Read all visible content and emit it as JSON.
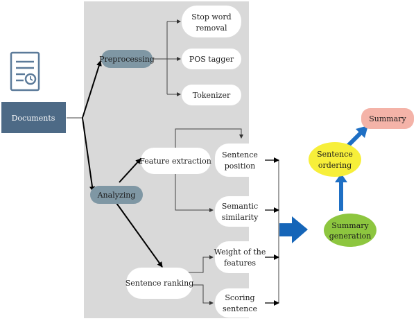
{
  "nodes": {
    "documents": "Documents",
    "preprocessing": "Preprocessing",
    "stop_word_1": "Stop word",
    "stop_word_2": "removal",
    "pos_tagger": "POS tagger",
    "tokenizer": "Tokenizer",
    "analyzing": "Analyzing",
    "feature_extraction": "Feature extraction",
    "sentence_position_1": "Sentence",
    "sentence_position_2": "position",
    "semantic_similarity_1": "Semantic",
    "semantic_similarity_2": "similarity",
    "sentence_ranking": "Sentence ranking",
    "weight_features_1": "Weight of the",
    "weight_features_2": "features",
    "scoring_sentence_1": "Scoring",
    "scoring_sentence_2": "sentence",
    "summary_generation_1": "Summary",
    "summary_generation_2": "generation",
    "sentence_ordering_1": "Sentence",
    "sentence_ordering_2": "ordering",
    "summary": "Summary"
  },
  "icons": {
    "document": "document-clock-icon"
  },
  "colors": {
    "panel": "#d9d9d9",
    "documents_box": "#4d6a86",
    "gray_pill": "#7f97a4",
    "summary_generation": "#8dc63f",
    "sentence_ordering": "#f7ef3a",
    "summary": "#f4b3a8",
    "blue_arrow": "#1565b8",
    "icon": "#5b7a99"
  }
}
